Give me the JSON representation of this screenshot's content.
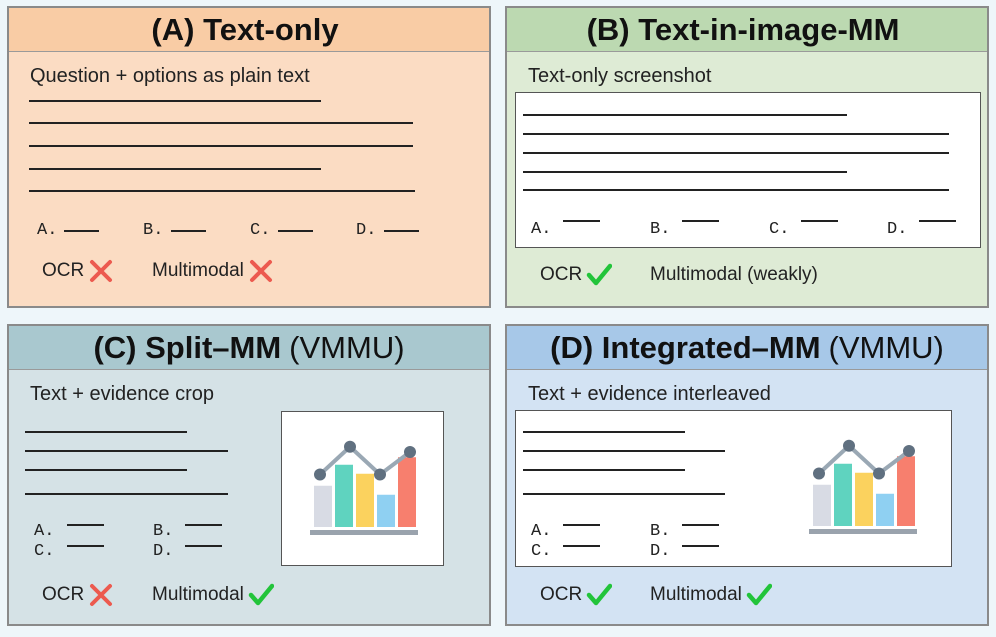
{
  "panels": {
    "a": {
      "title_bold": "(A) Text-only",
      "title_suffix": "",
      "description": "Question + options as plain text",
      "options": [
        "A.",
        "B.",
        "C.",
        "D."
      ],
      "ocr_label": "OCR",
      "ocr_status": "cross",
      "mm_label": "Multimodal",
      "mm_status": "cross",
      "bg": "#fbdcc3",
      "header_bg": "#f9cca5"
    },
    "b": {
      "title_bold": "(B) Text-in-image-MM",
      "title_suffix": "",
      "description": "Text-only screenshot",
      "options": [
        "A.",
        "B.",
        "C.",
        "D."
      ],
      "ocr_label": "OCR",
      "ocr_status": "check",
      "mm_label": "Multimodal (weakly)",
      "mm_status": "none",
      "bg": "#deebd5",
      "header_bg": "#bcd9b1"
    },
    "c": {
      "title_bold": "(C) Split–MM",
      "title_suffix": "(VMMU)",
      "description": "Text + evidence crop",
      "options": [
        "A.",
        "B.",
        "C.",
        "D."
      ],
      "ocr_label": "OCR",
      "ocr_status": "cross",
      "mm_label": "Multimodal",
      "mm_status": "check",
      "bg": "#d5e2e6",
      "header_bg": "#a9c8cf"
    },
    "d": {
      "title_bold": "(D) Integrated–MM",
      "title_suffix": "(VMMU)",
      "description": "Text + evidence interleaved",
      "options": [
        "A.",
        "B.",
        "C.",
        "D."
      ],
      "ocr_label": "OCR",
      "ocr_status": "check",
      "mm_label": "Multimodal",
      "mm_status": "check",
      "bg": "#d3e3f3",
      "header_bg": "#a7c8e8"
    }
  },
  "colors": {
    "check": "#22c43a",
    "cross": "#ec5a4f",
    "bar_colors": [
      "#d8dbe4",
      "#5fd3bf",
      "#fbd25e",
      "#8fd0f2",
      "#f77f6e"
    ],
    "node_color": "#607080"
  },
  "chart_icon": {
    "bar_levels": [
      0.55,
      0.83,
      0.71,
      0.43,
      0.93
    ],
    "node_levels": [
      0.5,
      0.87,
      0.5,
      0.8
    ]
  }
}
